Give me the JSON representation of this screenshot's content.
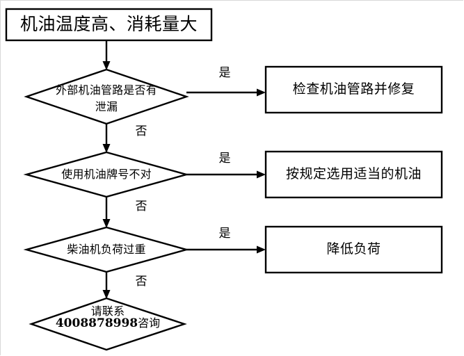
{
  "diagram": {
    "title_node": {
      "label": "机油温度高、消耗量大",
      "shape": "rectangle"
    },
    "decisions": [
      {
        "id": "leak-check",
        "label_lines": [
          "外部机油管路是否有",
          "泄漏"
        ],
        "yes_label": "是",
        "no_label": "否",
        "shape": "diamond"
      },
      {
        "id": "oil-grade",
        "label_lines": [
          "使用机油牌号不对"
        ],
        "yes_label": "是",
        "no_label": "否",
        "shape": "diamond"
      },
      {
        "id": "engine-overload",
        "label_lines": [
          "柴油机负荷过重"
        ],
        "yes_label": "是",
        "no_label": "否",
        "shape": "diamond"
      }
    ],
    "actions": [
      {
        "id": "repair-oil-line",
        "label": "检查机油管路并修复",
        "shape": "rectangle"
      },
      {
        "id": "select-proper-oil",
        "label": "按规定选用适当的机油",
        "shape": "rectangle"
      },
      {
        "id": "reduce-load",
        "label": "降低负荷",
        "shape": "rectangle"
      }
    ],
    "contact_node": {
      "id": "contact",
      "line1": "请联系",
      "phone": "4008878998",
      "suffix": "咨询",
      "shape": "diamond"
    },
    "colors": {
      "stroke": "#000000",
      "fill": "#ffffff",
      "text": "#000000",
      "background": "#ffffff"
    }
  }
}
